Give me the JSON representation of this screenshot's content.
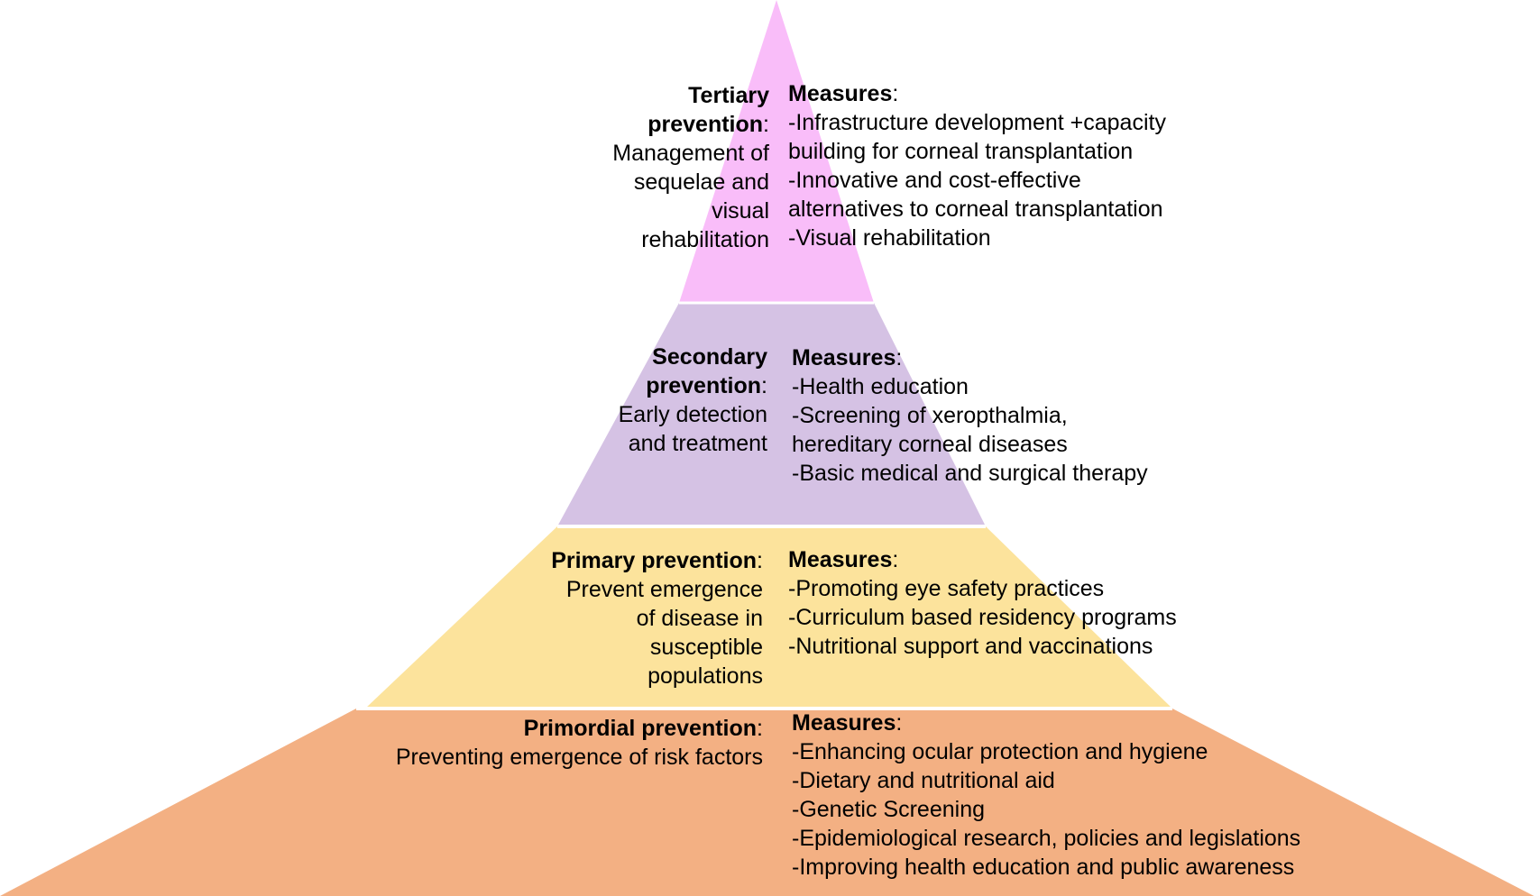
{
  "colors": {
    "tertiary": "#F9BDF9",
    "secondary": "#D5C2E4",
    "primary": "#FCE39C",
    "primordial": "#F3B083"
  },
  "tertiary": {
    "title": "Tertiary prevention",
    "title_line1": "Tertiary",
    "title_line2": "prevention",
    "colon": ":",
    "desc_lines": [
      "Management of",
      "sequelae and",
      "visual",
      "rehabilitation"
    ],
    "measures_label": "Measures",
    "measures": [
      "-Infrastructure development +capacity",
      "building for corneal transplantation",
      "-Innovative and cost-effective",
      "alternatives to corneal transplantation",
      "-Visual rehabilitation"
    ]
  },
  "secondary": {
    "title_line1": "Secondary",
    "title_line2": "prevention",
    "colon": ":",
    "desc_lines": [
      "Early detection",
      "and treatment"
    ],
    "measures_label": "Measures",
    "measures": [
      "-Health education",
      "-Screening of xeropthalmia,",
      "hereditary corneal diseases",
      "-Basic medical and surgical therapy"
    ]
  },
  "primary": {
    "title": "Primary prevention",
    "colon": ":",
    "desc_lines": [
      "Prevent emergence",
      "of disease in",
      "susceptible",
      "populations"
    ],
    "measures_label": "Measures",
    "measures": [
      "-Promoting eye safety practices",
      "-Curriculum based residency programs",
      "-Nutritional support and vaccinations"
    ]
  },
  "primordial": {
    "title": "Primordial prevention",
    "colon": ":",
    "desc_lines": [
      "Preventing emergence of risk factors"
    ],
    "measures_label": "Measures",
    "measures": [
      "-Enhancing ocular protection and hygiene",
      "-Dietary and nutritional aid",
      "-Genetic Screening",
      "-Epidemiological research, policies and legislations",
      "-Improving health education and public awareness"
    ]
  }
}
